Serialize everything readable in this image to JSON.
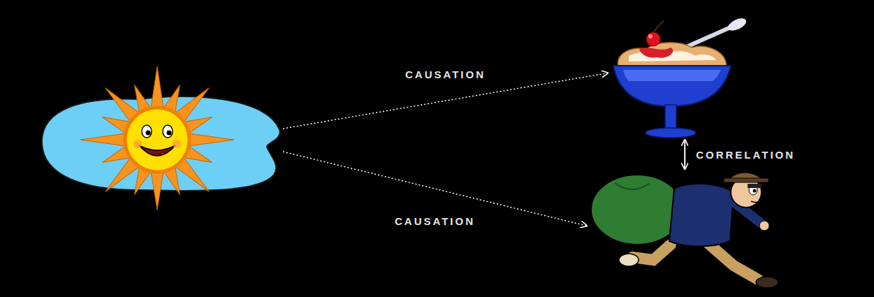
{
  "diagram": {
    "nodes": [
      {
        "text": []
      },
      {
        "text": []
      },
      {
        "text": []
      }
    ],
    "edges": [
      {
        "from": 0,
        "to": 1,
        "label": "CAUSATION",
        "arrow": "to"
      },
      {
        "from": 0,
        "to": 2,
        "label": "CAUSATION",
        "arrow": "to"
      },
      {
        "from": 1,
        "to": 2,
        "label": "CORRELATION",
        "arrow": "both"
      }
    ]
  }
}
